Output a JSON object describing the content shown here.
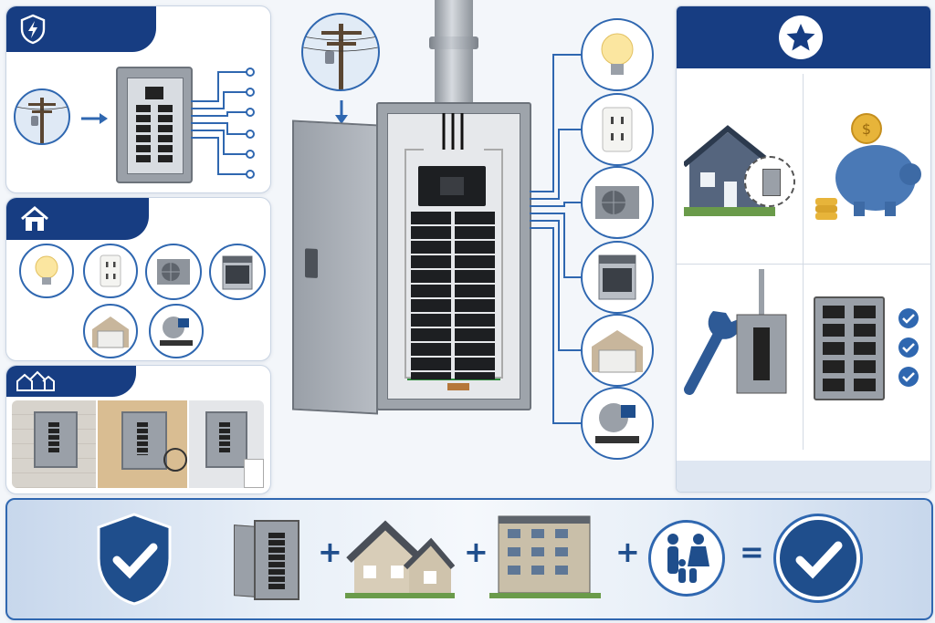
{
  "panels": {
    "power_flow": {
      "icon": "lightning-shield-icon"
    },
    "home_circuits": {
      "icon": "house-icon",
      "items": [
        "light-bulb-icon",
        "outlet-icon",
        "ac-unit-icon",
        "oven-icon",
        "garage-icon",
        "miter-saw-icon"
      ]
    },
    "locations": {
      "icon": "neighborhood-icon",
      "scenes": [
        "basement-wall",
        "garage-wall",
        "laundry-room"
      ]
    },
    "benefits": {
      "icon": "star-icon",
      "checks": 3
    }
  },
  "center": {
    "connections": [
      "light-bulb-icon",
      "outlet-icon",
      "ac-unit-icon",
      "oven-icon",
      "garage-icon",
      "miter-saw-icon"
    ]
  },
  "equation": {
    "operators": [
      "+",
      "+",
      "+",
      "="
    ]
  },
  "colors": {
    "navy": "#173d82",
    "accent": "#2f67b0",
    "panel_gray": "#8b9199"
  }
}
